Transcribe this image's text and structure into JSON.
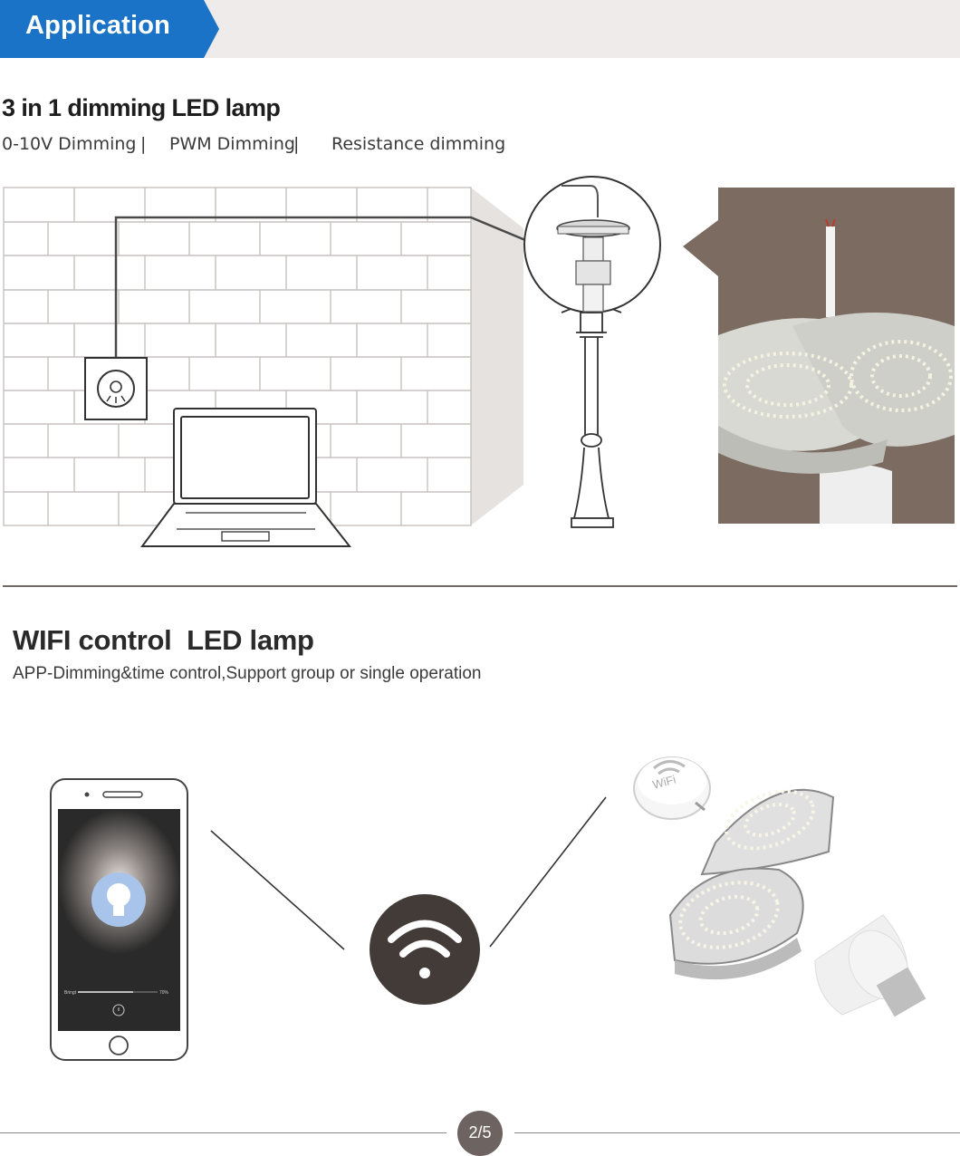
{
  "header": {
    "title": "Application",
    "tab_color": "#1a73c6",
    "bar_color": "#eeebea"
  },
  "section1": {
    "title": "3 in 1 dimming LED lamp",
    "modes": [
      "0-10V Dimming",
      "PWM Dimming",
      "Resistance dimming"
    ],
    "separator": "|",
    "dimmer_icon": "dimmer-switch-icon",
    "laptop_icon": "laptop-icon",
    "lamp_post_icon": "garden-lamp-post-icon",
    "photo": "led-corn-lamp-photo"
  },
  "section2": {
    "title": "WIFI control  LED lamp",
    "subtitle": "APP-Dimming&time control,Support group or single operation",
    "phone": {
      "slider_label": "Bringt",
      "slider_value": "70%",
      "slider_level": 0.7
    },
    "wifi_module_label": "WiFi",
    "wifi_icon": "wifi-icon"
  },
  "pager": {
    "label": "2/5",
    "color": "#6d6461"
  }
}
